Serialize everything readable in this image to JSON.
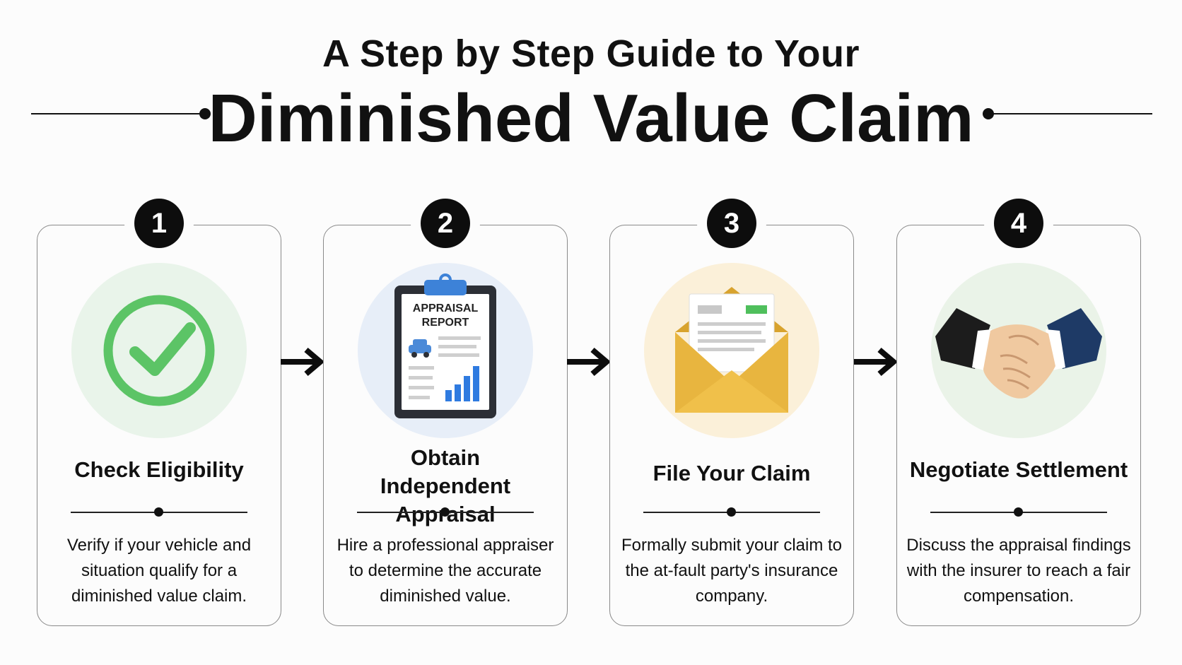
{
  "title": {
    "line1": "A Step by Step Guide to Your",
    "line2": "Diminished Value Claim"
  },
  "steps": [
    {
      "number": "1",
      "title": "Check Eligibility",
      "description": "Verify if your vehicle and situation qualify for a diminished value claim.",
      "icon": "check-circle-icon"
    },
    {
      "number": "2",
      "title": "Obtain Independent Appraisal",
      "description": "Hire a professional appraiser to determine the accurate diminished value.",
      "icon": "appraisal-report-clipboard-icon",
      "icon_text": "APPRAISAL REPORT"
    },
    {
      "number": "3",
      "title": "File Your Claim",
      "description": "Formally submit your claim to the at-fault party's insurance company.",
      "icon": "envelope-letter-icon"
    },
    {
      "number": "4",
      "title": "Negotiate Settlement",
      "description": "Discuss the appraisal findings with the insurer to reach a fair compensation.",
      "icon": "handshake-icon"
    }
  ],
  "colors": {
    "green": "#5cc466",
    "blue": "#2f7be0",
    "gold": "#eab843",
    "navy": "#1e3a66"
  }
}
